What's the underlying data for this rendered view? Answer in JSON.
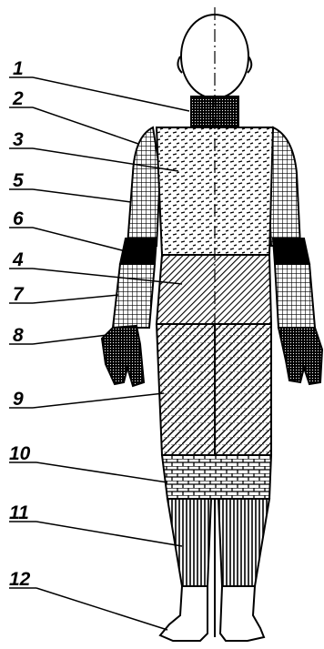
{
  "callouts": [
    {
      "id": "1",
      "label": "1"
    },
    {
      "id": "2",
      "label": "2"
    },
    {
      "id": "3",
      "label": "3"
    },
    {
      "id": "5",
      "label": "5"
    },
    {
      "id": "6",
      "label": "6"
    },
    {
      "id": "4",
      "label": "4"
    },
    {
      "id": "7",
      "label": "7"
    },
    {
      "id": "8",
      "label": "8"
    },
    {
      "id": "9",
      "label": "9"
    },
    {
      "id": "10",
      "label": "10"
    },
    {
      "id": "11",
      "label": "11"
    },
    {
      "id": "12",
      "label": "12"
    }
  ],
  "colors": {
    "ink": "#000000",
    "paper": "#ffffff"
  }
}
